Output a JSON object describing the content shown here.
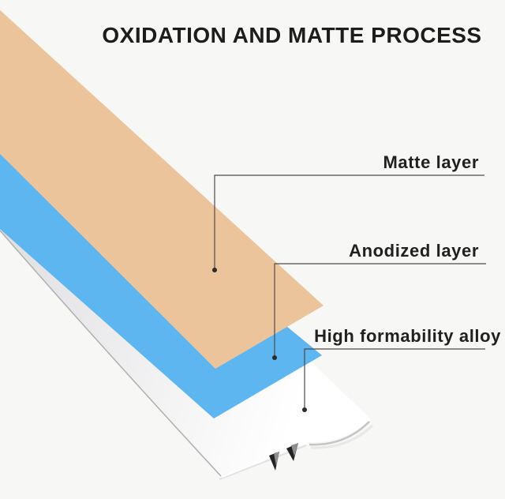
{
  "title": "OXIDATION AND MATTE PROCESS",
  "callouts": [
    {
      "label": "Matte layer",
      "layer": "matte-layer"
    },
    {
      "label": "Anodized layer",
      "layer": "anodized-layer"
    },
    {
      "label": "High formability alloy",
      "layer": "alloy-profile"
    }
  ],
  "colors": {
    "background": "#f7f7f6",
    "matte_layer": "#ecc49c",
    "anodized_layer": "#5db6f0",
    "alloy_dark": "#d4d4d6",
    "alloy_mid": "#eaeaec",
    "alloy_light": "#ffffff",
    "alloy_edge_line": "#b0afaf",
    "fin_dark": "#242424",
    "fin_light": "#8f8f8f",
    "leader_line": "#4f4a45",
    "callout_dot": "#2e2a26",
    "title_text": "#1d1d1d",
    "label_text": "#202020"
  }
}
